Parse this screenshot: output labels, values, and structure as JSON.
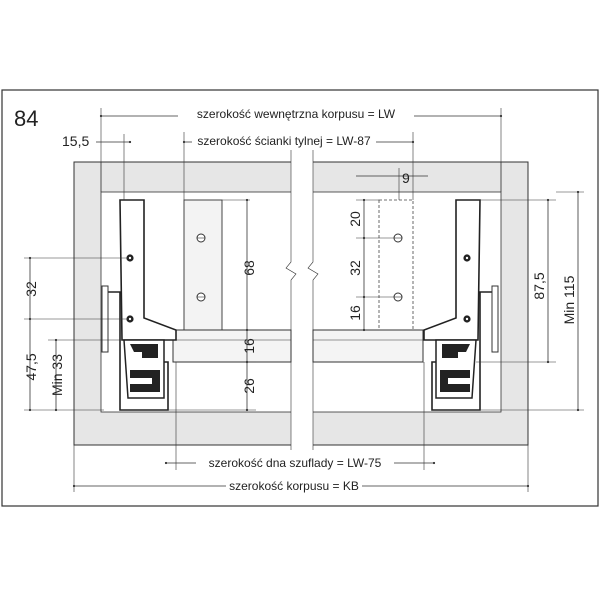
{
  "figure_number": "84",
  "labels": {
    "inner_width": "szerokość wewnętrzna korpusu = LW",
    "back_wall_width": "szerokość ścianki tylnej = LW-87",
    "bottom_width": "szerokość dna szuflady = LW-75",
    "cabinet_width": "szerokość korpusu = KB"
  },
  "dimensions": {
    "offset_15_5": "15,5",
    "gap_9": "9",
    "hole_spacing_32_left": "32",
    "height_47_5": "47,5",
    "min_33": "Min 33",
    "height_68": "68",
    "height_16_center": "16",
    "height_26": "26",
    "height_20": "20",
    "height_32_right": "32",
    "height_16_right": "16",
    "height_87_5": "87,5",
    "min_115": "Min 115"
  }
}
